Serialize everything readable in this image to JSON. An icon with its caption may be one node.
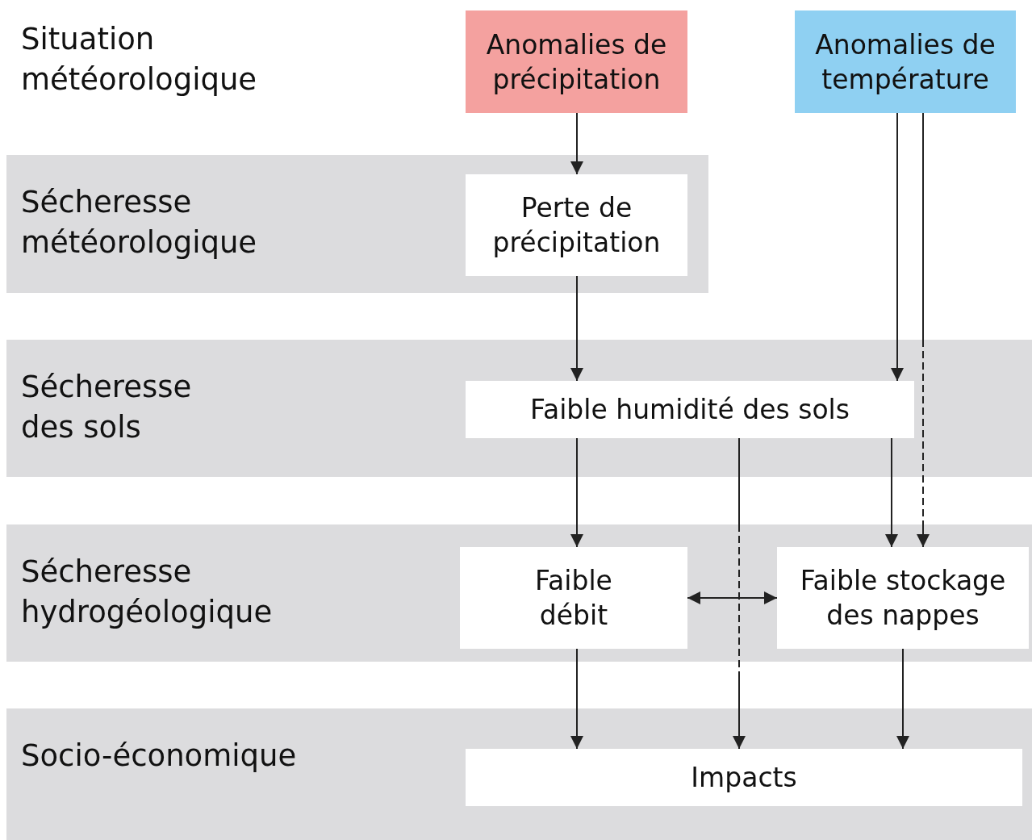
{
  "diagram": {
    "nodes": [
      {
        "text": [
          "Anomalies de précipitation"
        ]
      },
      {
        "text": [
          "Anomalies de température"
        ]
      },
      {
        "text": [
          "Sécheresse météorologique"
        ]
      },
      {
        "text": [
          "Perte de précipitation"
        ],
        "in": 2
      },
      {
        "text": [
          "Sécheresse des sols"
        ]
      },
      {
        "text": [
          "Faible humidité des sols"
        ],
        "in": 4
      },
      {
        "text": [
          "Sécheresse hydrogéologique"
        ]
      },
      {
        "text": [
          "Faible débit"
        ],
        "in": 6
      },
      {
        "text": [
          "Faible stockage des nappes"
        ],
        "in": 6
      },
      {
        "text": [
          "Socio-économique"
        ]
      },
      {
        "text": [
          "Impacts"
        ],
        "in": 9
      }
    ],
    "edges": [
      {
        "from": 0,
        "to": 3,
        "arrow": "to"
      },
      {
        "from": 3,
        "to": 5,
        "arrow": "to"
      },
      {
        "from": 1,
        "to": 5,
        "arrow": "to"
      },
      {
        "from": 1,
        "to": 8,
        "arrow": "to",
        "style": "dashed"
      },
      {
        "from": 5,
        "to": 7,
        "arrow": "to"
      },
      {
        "from": 5,
        "to": 8,
        "arrow": "to"
      },
      {
        "from": 5,
        "to": 10,
        "arrow": "to",
        "style": "dashed"
      },
      {
        "from": 7,
        "to": 8,
        "arrow": "both"
      },
      {
        "from": 7,
        "to": 10,
        "arrow": "to"
      },
      {
        "from": 8,
        "to": 10,
        "arrow": "to"
      }
    ],
    "labels": [
      "Situation météorologique"
    ]
  }
}
